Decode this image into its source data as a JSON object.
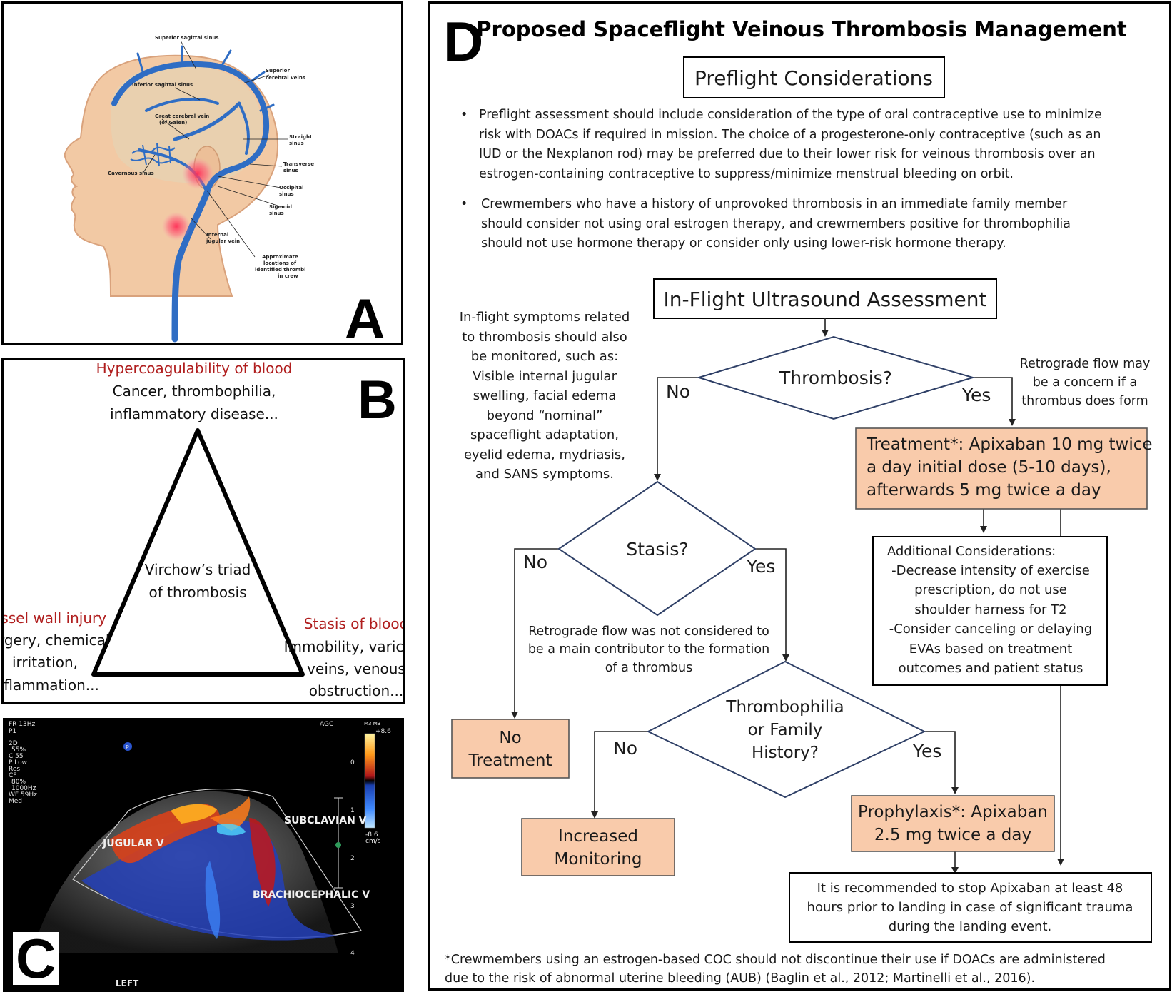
{
  "panel_a": {
    "letter": "A",
    "labels": {
      "superior_sagittal_sinus": "Superior sagittal sinus",
      "superior_cerebral_veins_1": "Superior",
      "superior_cerebral_veins_2": "cerebral veins",
      "inferior_sagittal_sinus": "Inferior sagittal sinus",
      "great_cerebral_vein_1": "Great cerebral vein",
      "great_cerebral_vein_2": "(of Galen)",
      "straight_sinus_1": "Straight",
      "straight_sinus_2": "sinus",
      "transverse_sinus_1": "Transverse",
      "transverse_sinus_2": "sinus",
      "cavernous_sinus": "Cavernous sinus",
      "occipital_sinus_1": "Occipital",
      "occipital_sinus_2": "sinus",
      "sigmoid_sinus_1": "Sigmoid",
      "sigmoid_sinus_2": "sinus",
      "internal_jugular_1": "Internal",
      "internal_jugular_2": "jugular vein",
      "thrombi_1": "Approximate",
      "thrombi_2": "locations of",
      "thrombi_3": "identified thrombi",
      "thrombi_4": "in crew"
    }
  },
  "panel_b": {
    "letter": "B",
    "top_title": "Hypercoagulability of blood",
    "top_line1": "Cancer, thrombophilia,",
    "top_line2": "inflammatory disease...",
    "center_line1": "Virchow’s triad",
    "center_line2": "of thrombosis",
    "left_title": "Vessel wall injury",
    "left_line1": "Surgery, chemical",
    "left_line2": "irritation,",
    "left_line3": "inflammation...",
    "right_title": "Stasis of blood",
    "right_line1": "Immobility, varicose",
    "right_line2": "veins, venous",
    "right_line3": "obstruction..."
  },
  "panel_c": {
    "letter": "C",
    "top_left": [
      "FR 13Hz",
      "P1"
    ],
    "settings": [
      "2D",
      "55%",
      "C 55",
      "P Low",
      "Res",
      "CF",
      "80%",
      "1000Hz",
      "WF 59Hz",
      "Med"
    ],
    "agc": "AGC",
    "m3": "M3 M3",
    "scale_top": "+8.6",
    "scale_bottom": "-8.6",
    "scale_unit": "cm/s",
    "depth_ticks": [
      "0",
      "1",
      "2",
      "3",
      "4"
    ],
    "label_jugular": "JUGULAR V",
    "label_subclavian": "SUBCLAVIAN V",
    "label_brachio": "BRACHIOCEPHALIC V",
    "label_left": "LEFT",
    "probe_marker": "P"
  },
  "panel_d": {
    "letter": "D",
    "title": "Proposed Spaceflight Veinous Thrombosis Management",
    "preflight_header": "Preflight Considerations",
    "bullet1": [
      "Preflight assessment should include consideration of the type of oral contraceptive use to minimize",
      "risk with DOACs if required in mission. The choice of a progesterone-only contraceptive (such as an",
      "IUD or the Nexplanon rod) may be preferred due to their lower risk for veinous thrombosis over an",
      "estrogen-containing contraceptive to suppress/minimize menstrual bleeding on orbit."
    ],
    "bullet2": [
      "Crewmembers who have a history of unprovoked thrombosis in an immediate family member",
      "should consider not using oral estrogen therapy, and crewmembers positive for thrombophilia",
      "should not use hormone therapy or consider only using lower-risk hormone therapy."
    ],
    "inflight_header": "In-Flight Ultrasound Assessment",
    "symptoms": [
      "In-flight symptoms related",
      "to thrombosis should also",
      "be monitored, such as:",
      "Visible internal jugular",
      "swelling, facial edema",
      "beyond “nominal”",
      "spaceflight adaptation,",
      "eyelid edema, mydriasis,",
      "and SANS symptoms."
    ],
    "thrombosis_q": "Thrombosis?",
    "no": "No",
    "yes": "Yes",
    "retrograde_concern": [
      "Retrograde flow may",
      "be a concern if a",
      "thrombus does form"
    ],
    "treatment": [
      "Treatment*: Apixaban 10 mg twice",
      "a day initial dose (5-10 days),",
      "afterwards 5 mg twice a day"
    ],
    "stasis_q": "Stasis?",
    "retrograde_not": [
      "Retrograde flow was not considered to",
      "be a main contributor to the formation",
      "of a thrombus"
    ],
    "additional": [
      "Additional Considerations:",
      "-Decrease intensity of exercise",
      "prescription, do not use",
      "shoulder harness for T2",
      "-Consider canceling or delaying",
      "EVAs based on treatment",
      "outcomes and patient status"
    ],
    "thrombophilia_q": [
      "Thrombophilia",
      "or Family",
      "History?"
    ],
    "no_treatment": [
      "No",
      "Treatment"
    ],
    "increased_monitoring": [
      "Increased",
      "Monitoring"
    ],
    "prophylaxis": [
      "Prophylaxis*: Apixaban",
      "2.5 mg twice a day"
    ],
    "stop_apixaban": [
      "It is recommended to stop Apixaban at least 48",
      "hours prior to landing in case of significant trauma",
      "during the landing event."
    ],
    "footnote": [
      "*Crewmembers using an estrogen-based COC should not discontinue their use if DOACs are administered",
      "due to the risk of abnormal uterine bleeding (AUB) (Baglin et al., 2012; Martinelli et al., 2016)."
    ]
  },
  "colors": {
    "box_fill": "#f9cbab",
    "box_stroke": "#555555",
    "diamond_stroke": "#2e3f66",
    "red_title": "#b01e1e",
    "vein_blue": "#2f6dc4",
    "skin": "#f2c9a4"
  }
}
